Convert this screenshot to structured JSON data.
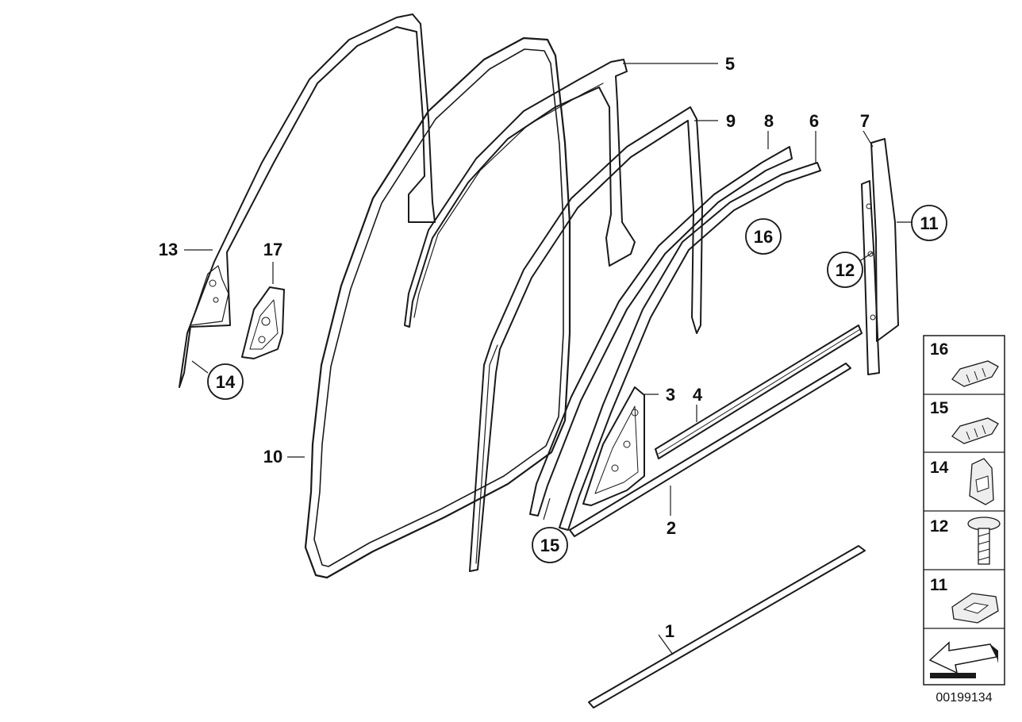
{
  "callouts": {
    "c1": "1",
    "c2": "2",
    "c3": "3",
    "c4": "4",
    "c5": "5",
    "c6": "6",
    "c7": "7",
    "c8": "8",
    "c9": "9",
    "c10": "10",
    "c11": "11",
    "c12": "12",
    "c13": "13",
    "c14": "14",
    "c15": "15",
    "c16": "16",
    "c17": "17"
  },
  "side_panel": [
    "16",
    "15",
    "14",
    "12",
    "11"
  ],
  "reference_number": "00199134"
}
